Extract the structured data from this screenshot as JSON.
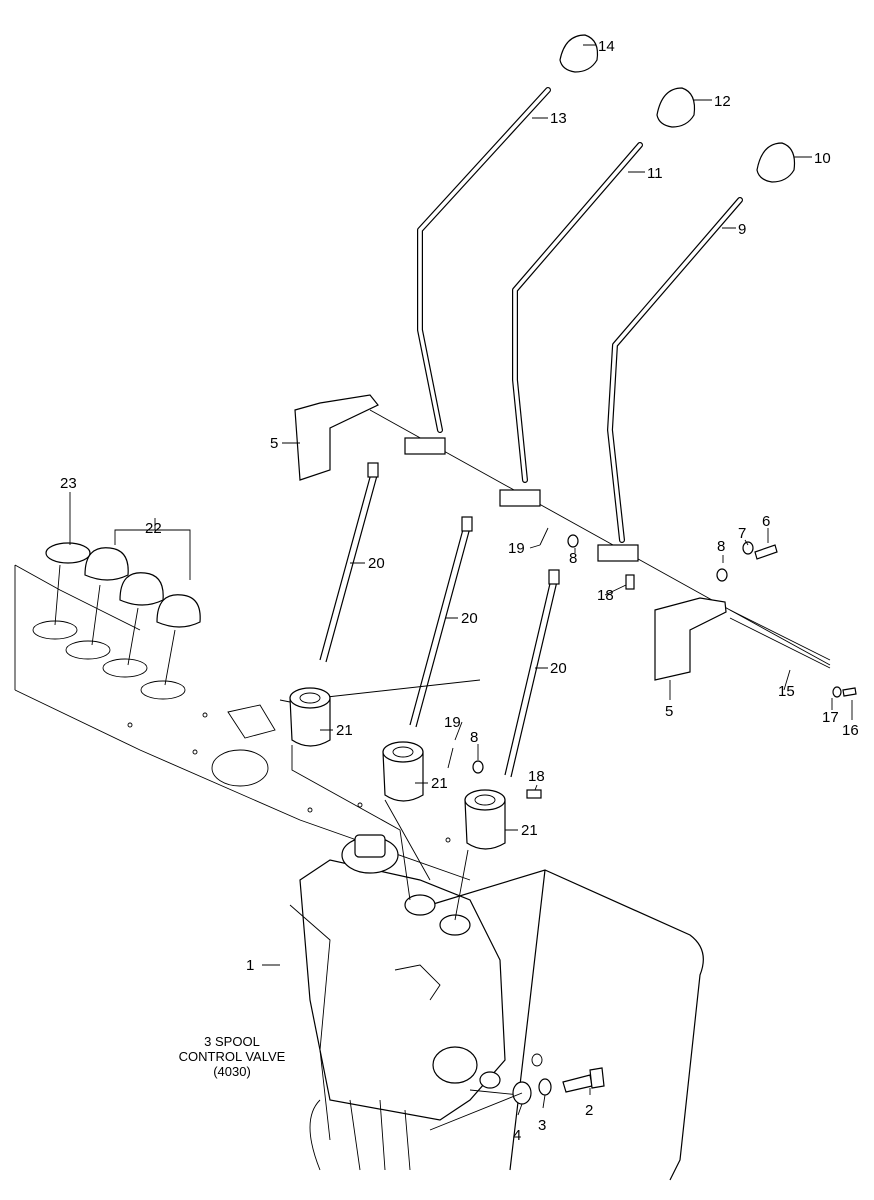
{
  "diagram": {
    "caption": [
      "3 SPOOL",
      "CONTROL VALVE",
      "(4030)"
    ],
    "callouts": {
      "c1": "1",
      "c2": "2",
      "c3": "3",
      "c4": "4",
      "c5a": "5",
      "c5b": "5",
      "c6": "6",
      "c7": "7",
      "c8a": "8",
      "c8b": "8",
      "c8c": "8",
      "c9": "9",
      "c10": "10",
      "c11": "11",
      "c12": "12",
      "c13": "13",
      "c14": "14",
      "c15": "15",
      "c16": "16",
      "c17": "17",
      "c18a": "18",
      "c18b": "18",
      "c19a": "19",
      "c19b": "19",
      "c20a": "20",
      "c20b": "20",
      "c20c": "20",
      "c21a": "21",
      "c21b": "21",
      "c21c": "21",
      "c22": "22",
      "c23": "23"
    }
  }
}
